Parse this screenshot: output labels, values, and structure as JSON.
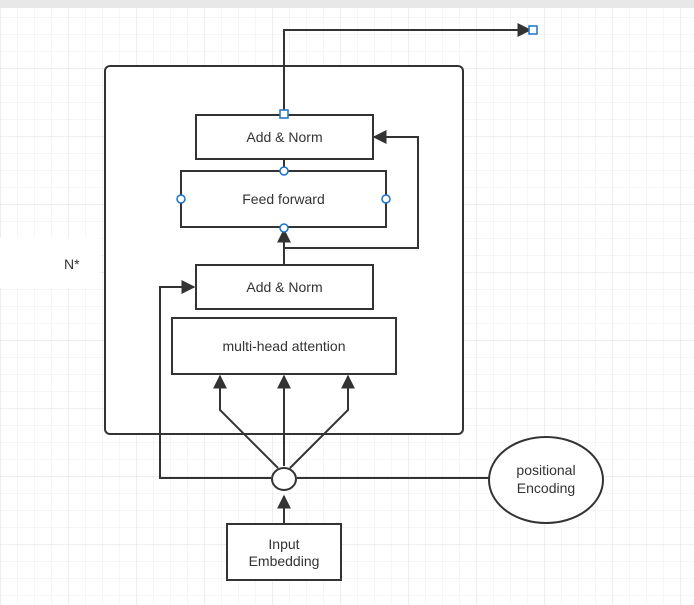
{
  "nodes": {
    "add_norm_top": "Add & Norm",
    "feed_forward": "Feed forward",
    "add_norm_bottom": "Add & Norm",
    "multi_head_attention": "multi-head attention",
    "input_embedding": [
      "Input",
      "Embedding"
    ],
    "positional_encoding": [
      "positional",
      "Encoding"
    ]
  },
  "side_label": "N*",
  "colors": {
    "stroke": "#333333",
    "handle": "#1a73c8",
    "grid": "#e4e4e4"
  }
}
